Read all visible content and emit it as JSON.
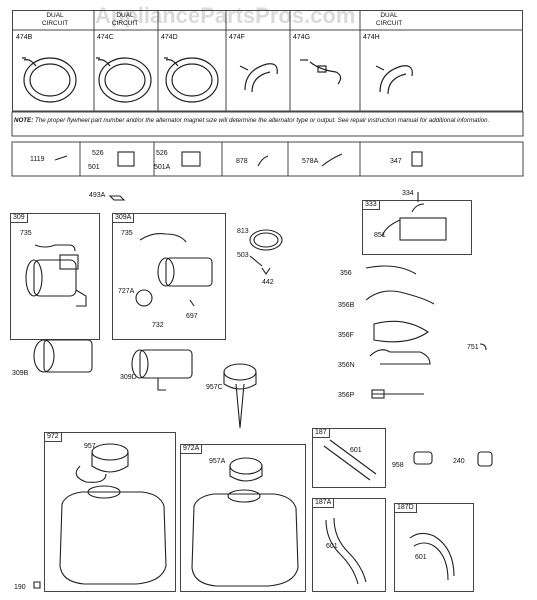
{
  "watermark": "AppliancePartsPros.com",
  "table_header": [
    "DUAL\nCIRCUIT",
    "DUAL\nCIRCUIT",
    "",
    "",
    "",
    "DUAL\nCIRCUIT"
  ],
  "top_parts": [
    "474B",
    "474C",
    "474D",
    "474F",
    "474G",
    "474H"
  ],
  "note_label": "NOTE:",
  "note_text": "The proper flywheel part number and/or the alternator magnet size will determine the alternator type or output. See repair instruction manual for additional information.",
  "row2": {
    "p1119": "1119",
    "p526a": "526",
    "p501": "501",
    "p526b": "526",
    "p501A": "501A",
    "p878": "878",
    "p578A": "578A",
    "p347": "347"
  },
  "misc": {
    "p493A": "493A",
    "p334": "334",
    "p333": "333",
    "p851": "851",
    "p309": "309",
    "p735a": "735",
    "p309A": "309A",
    "p735b": "735",
    "p727A": "727A",
    "p732": "732",
    "p697": "697",
    "p813": "813",
    "p503": "503",
    "p442": "442",
    "p356": "356",
    "p356B": "356B",
    "p356F": "356F",
    "p356N": "356N",
    "p356P": "356P",
    "p751": "751",
    "p309B": "309B",
    "p309D": "309D",
    "p957C": "957C",
    "p972": "972",
    "p957": "957",
    "p972A": "972A",
    "p957A": "957A",
    "p187": "187",
    "p601a": "601",
    "p958": "958",
    "p240": "240",
    "p187A": "187A",
    "p601b": "601",
    "p187D": "187D",
    "p601c": "601",
    "p190": "190"
  }
}
